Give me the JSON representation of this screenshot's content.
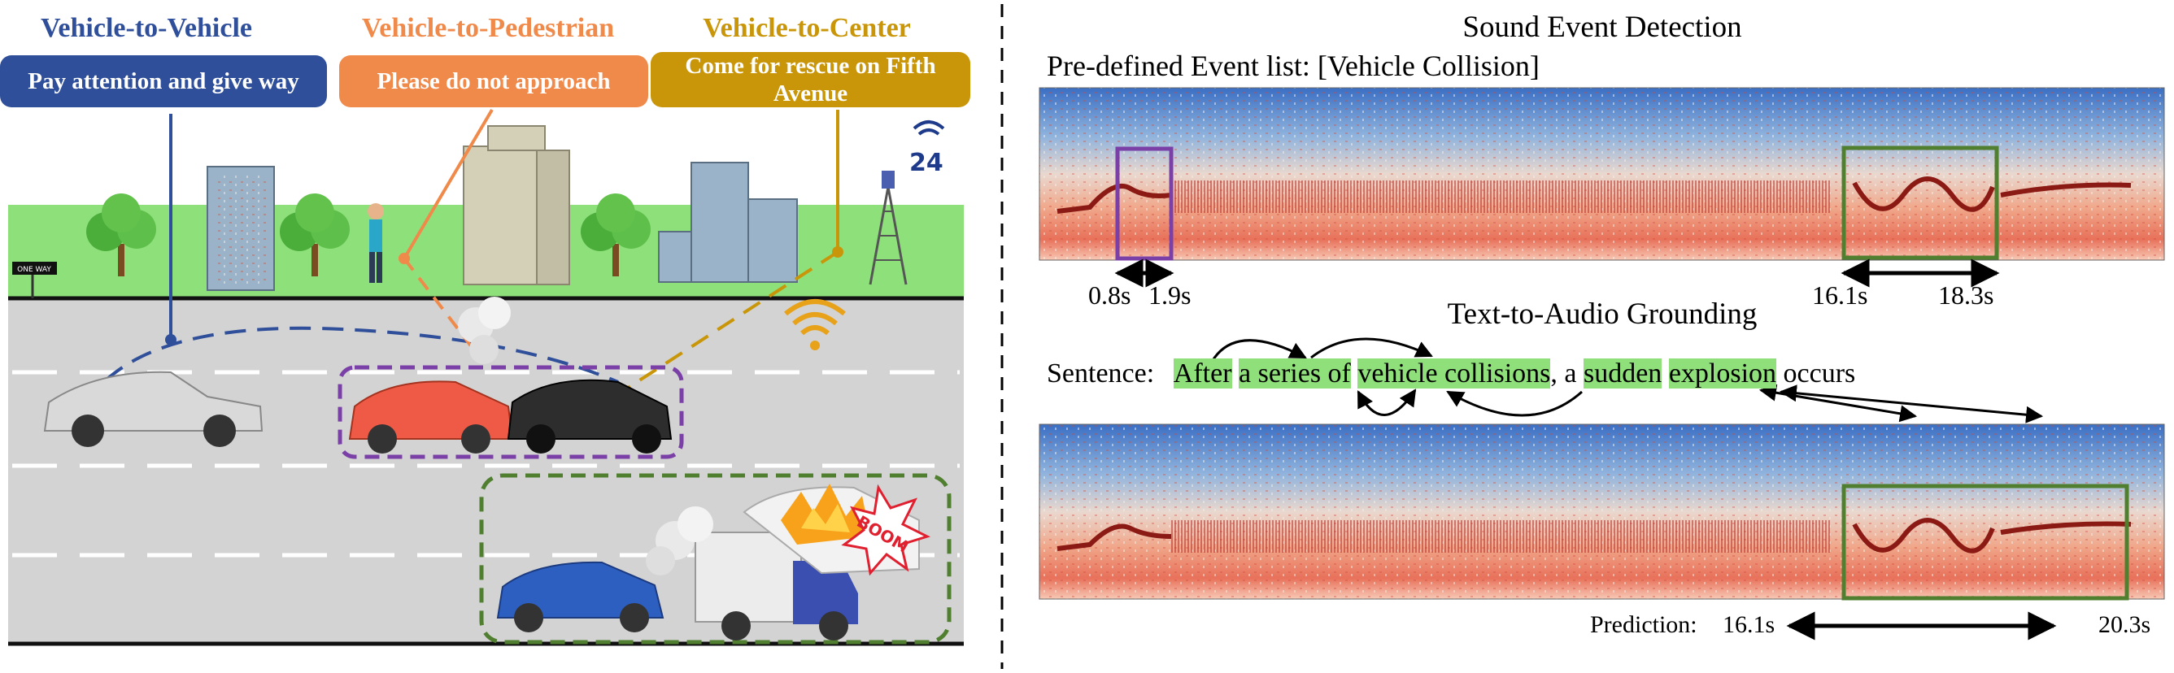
{
  "v2x": {
    "v2v": {
      "title": "Vehicle-to-Vehicle",
      "message": "Pay attention and give way",
      "color": "#2f4f9a"
    },
    "v2p": {
      "title": "Vehicle-to-Pedestrian",
      "message": "Please do not approach",
      "color": "#f08a4b"
    },
    "v2c": {
      "title": "Vehicle-to-Center",
      "message": "Come for rescue on Fifth Avenue",
      "color": "#c9960a"
    },
    "road_sign": "ONE WAY",
    "tower_badge": "24",
    "explosion_text": "BOOM"
  },
  "sed": {
    "title": "Sound Event Detection",
    "event_list_label": "Pre-defined Event list: [Vehicle Collision]",
    "times": {
      "a1": "0.8s",
      "a2": "1.9s",
      "b1": "16.1s",
      "b2": "18.3s"
    }
  },
  "tag": {
    "title": "Text-to-Audio Grounding",
    "sentence_label": "Sentence:",
    "tokens": [
      "After",
      "a series of",
      "vehicle collisions",
      ",  a",
      "sudden",
      "explosion",
      "occurs"
    ],
    "prediction_label": "Prediction:",
    "pred_start": "16.1s",
    "pred_end": "20.3s"
  },
  "colors": {
    "purple_box": "#7b3fa8",
    "green_box": "#4f7f2f",
    "road": "#d3d3d3",
    "grass": "#8ee07a"
  }
}
